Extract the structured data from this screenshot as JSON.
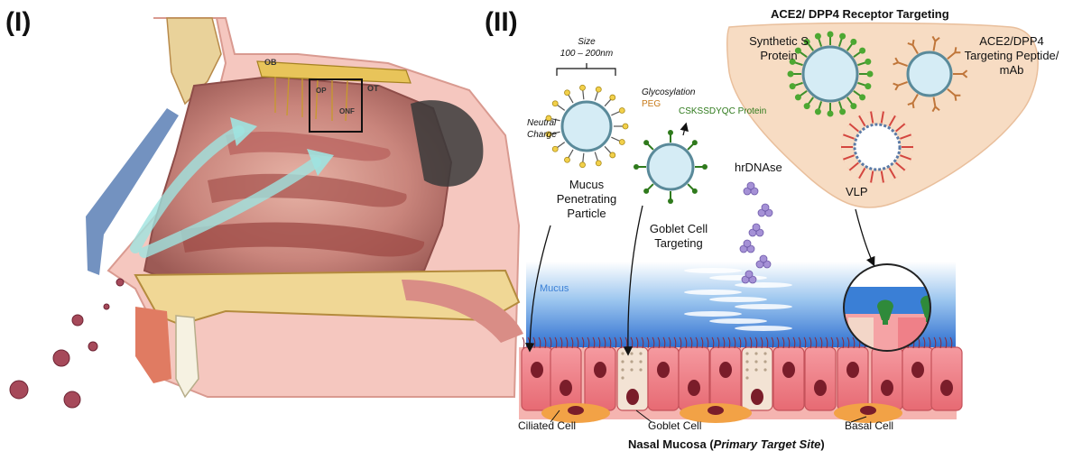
{
  "panel_labels": {
    "left": "(I)",
    "right": "(II)"
  },
  "receptor_box": {
    "title": "ACE2/ DPP4 Receptor Targeting",
    "synthetic_s": [
      "Synthetic S",
      "Protein"
    ],
    "peptide": [
      "ACE2/DPP4",
      "Targeting Peptide/",
      "mAb"
    ],
    "vlp": "VLP"
  },
  "particle_mpp": {
    "size_line1": "Size",
    "size_line2": "100 – 200nm",
    "glycosylation": "Glycosylation",
    "peg": "PEG",
    "neutral_charge": [
      "Neutral",
      "Charge"
    ],
    "name": [
      "Mucus",
      "Penetrating",
      "Particle"
    ]
  },
  "particle_goblet": {
    "protein": "CSKSSDYQC Protein",
    "name": [
      "Goblet Cell",
      "Targeting"
    ]
  },
  "hrdnase": "hrDNAse",
  "mucus": "Mucus",
  "cell_labels": {
    "ciliated": "Ciliated Cell",
    "goblet": "Goblet Cell",
    "basal": "Basal Cell"
  },
  "bottom_title": {
    "part1": "Nasal Mucosa (",
    "italic": "Primary Target Site",
    "part2": ")"
  },
  "anatomy_labels": {
    "ob": "OB",
    "ot": "OT",
    "onf": "ONF",
    "op": "OP"
  },
  "colors": {
    "mucus_blue": "#3a7fd6",
    "cell_pink": "#f07f86",
    "nucleus": "#7a1d2a",
    "peg": "#c77a1a",
    "protein_green": "#2f7a1c",
    "receptor_bg": "#f7dcc3",
    "tissue": "#c8827d"
  }
}
